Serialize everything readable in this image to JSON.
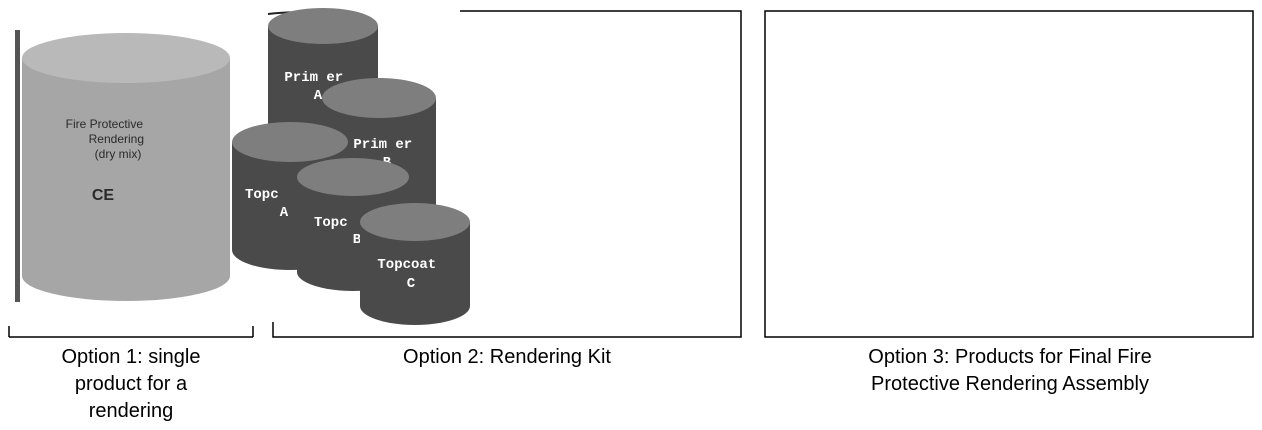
{
  "panels": [
    {
      "caption_lines": [
        "Option 1: single",
        "product for a",
        "rendering"
      ],
      "product": {
        "text_lines": [
          "Fire Protective",
          "Rendering",
          "(dry mix)"
        ],
        "mark": "CE"
      }
    },
    {
      "caption_lines": [
        "Option 2: Rendering Kit"
      ],
      "kit": [
        {
          "lines": [
            "Prim er",
            "A"
          ]
        },
        {
          "lines": [
            "Prim er",
            "B"
          ]
        },
        {
          "lines": [
            "Topc",
            "A"
          ]
        },
        {
          "lines": [
            "Topc",
            "B"
          ]
        },
        {
          "lines": [
            "Topcoat",
            "C"
          ]
        }
      ]
    },
    {
      "caption_lines": [
        "Option 3: Products for Final Fire",
        "Protective Rendering Assembly"
      ]
    }
  ],
  "colors": {
    "single_body": "#a6a6a6",
    "single_top": "#b9b9b9",
    "kit_body": "#4a4a4a",
    "kit_top": "#7e7e7e",
    "kit_text": "#ffffff",
    "frame": "#000000"
  }
}
